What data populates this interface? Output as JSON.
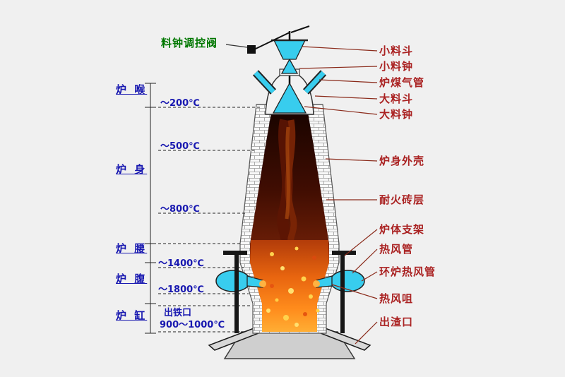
{
  "diagram": {
    "type": "blast-furnace-labeled-diagram",
    "background": "#f0f0f0",
    "colors": {
      "zone_label": "#1818b0",
      "part_label": "#aa2222",
      "valve_label": "#007700",
      "leader_line": "#8a2a1a",
      "pipe_cyan": "#38cdee",
      "fire_orange": "#ff8c1c"
    },
    "valve_label": {
      "text": "料钟调控阀"
    },
    "zones": [
      {
        "text": "炉 喉"
      },
      {
        "text": "炉 身"
      },
      {
        "text": "炉 腰"
      },
      {
        "text": "炉 腹"
      },
      {
        "text": "炉 缸"
      }
    ],
    "temps": [
      {
        "text": "～200℃"
      },
      {
        "text": "～500℃"
      },
      {
        "text": "～800℃"
      },
      {
        "text": "～1400℃"
      },
      {
        "text": "～1800℃"
      },
      {
        "text": "出铁口"
      },
      {
        "text": "900～1000℃"
      }
    ],
    "parts": [
      {
        "text": "小料斗"
      },
      {
        "text": "小料钟"
      },
      {
        "text": "炉煤气管"
      },
      {
        "text": "大料斗"
      },
      {
        "text": "大料钟"
      },
      {
        "text": "炉身外壳"
      },
      {
        "text": "耐火砖层"
      },
      {
        "text": "炉体支架"
      },
      {
        "text": "热风管"
      },
      {
        "text": "环炉热风管"
      },
      {
        "text": "热风咀"
      },
      {
        "text": "出渣口"
      }
    ]
  }
}
